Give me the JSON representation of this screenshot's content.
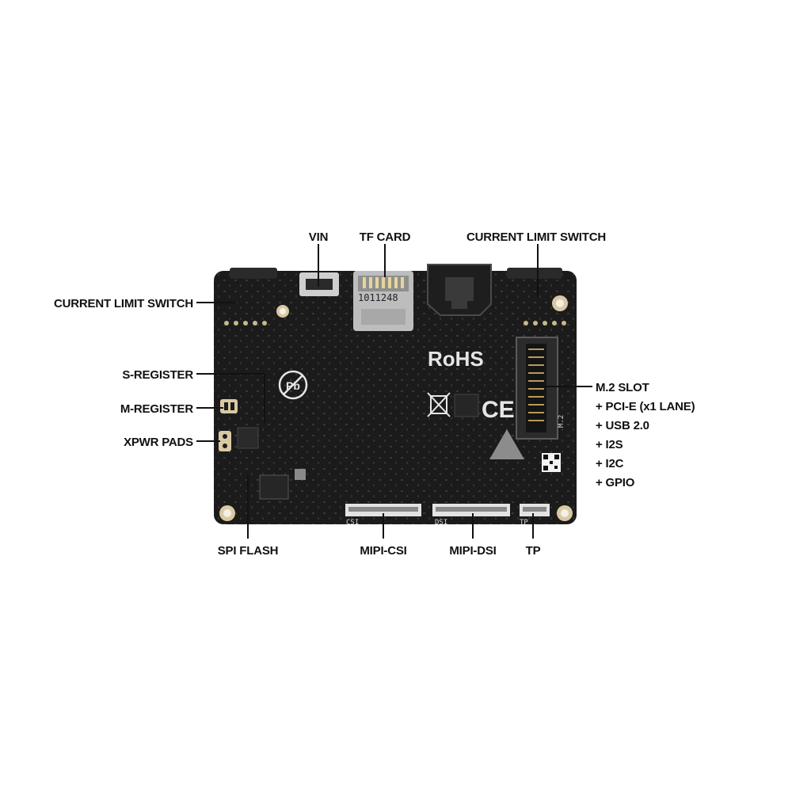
{
  "labels": {
    "vin": "VIN",
    "tf_card": "TF CARD",
    "current_limit_switch_top": "CURRENT LIMIT SWITCH",
    "current_limit_switch_left": "CURRENT LIMIT SWITCH",
    "s_register": "S-REGISTER",
    "m_register": "M-REGISTER",
    "xpwr_pads": "XPWR PADS",
    "m2_slot": "M.2 SLOT",
    "m2_features": [
      "+ PCI-E (x1 LANE)",
      "+ USB 2.0",
      "+ I2S",
      "+ I2C",
      "+ GPIO"
    ],
    "spi_flash": "SPI FLASH",
    "mipi_csi": "MIPI-CSI",
    "mipi_dsi": "MIPI-DSI",
    "tp": "TP"
  },
  "board": {
    "rohs_mark": "RoHS",
    "ce_mark": "CE",
    "pb_mark": "Pb",
    "tf_serial": "1011248",
    "csi_silk": "CSI",
    "dsi_silk": "DSI",
    "tp_silk": "TP",
    "m2_silk": "M.2"
  },
  "colors": {
    "pcb": "#1b1b1b",
    "pad": "#d9c9a3",
    "callout_line": "#111111"
  }
}
